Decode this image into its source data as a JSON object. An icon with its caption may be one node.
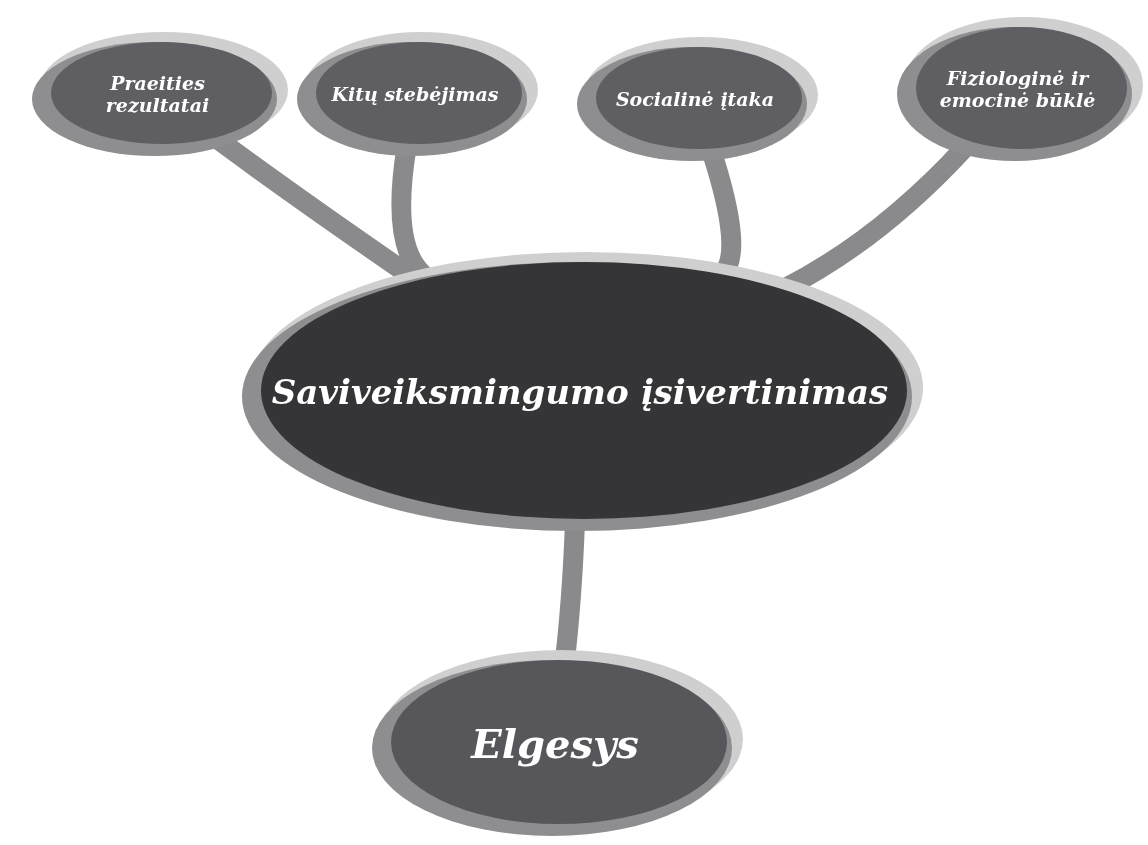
{
  "diagram": {
    "nodes": [
      {
        "text": [
          "Praeities rezultatai"
        ]
      },
      {
        "text": [
          "Kitų stebėjimas"
        ]
      },
      {
        "text": [
          "Socialinė įtaka"
        ]
      },
      {
        "text": [
          "Fiziologinė ir emocinė būklė"
        ]
      },
      {
        "text": [
          "Saviveiksmingumo įsivertinimas"
        ]
      },
      {
        "text": [
          "Elgesys"
        ]
      }
    ],
    "edges": [
      {
        "from": 0,
        "to": 4,
        "arrow": "none"
      },
      {
        "from": 1,
        "to": 4,
        "arrow": "none"
      },
      {
        "from": 2,
        "to": 4,
        "arrow": "none"
      },
      {
        "from": 3,
        "to": 4,
        "arrow": "none"
      },
      {
        "from": 4,
        "to": 5,
        "arrow": "none"
      }
    ]
  }
}
